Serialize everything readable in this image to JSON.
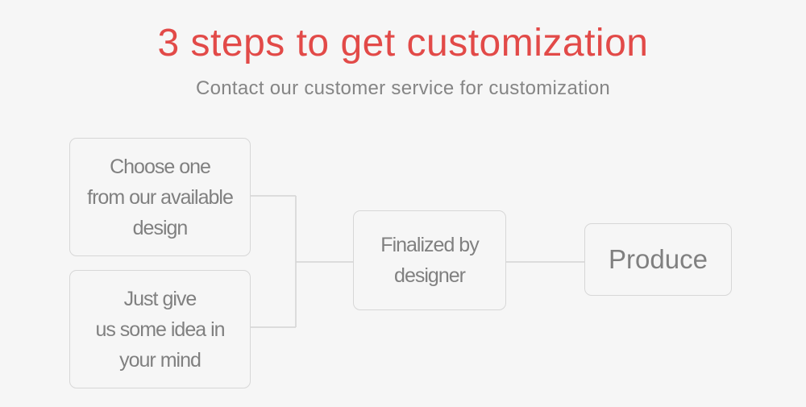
{
  "header": {
    "title": "3 steps to get customization",
    "subtitle": "Contact our customer service for customization"
  },
  "steps": {
    "option_a": "Choose one\nfrom our available\ndesign",
    "option_b": "Just give\nus some idea in\nyour mind",
    "finalize": "Finalized by\ndesigner",
    "produce": "Produce"
  },
  "colors": {
    "accent": "#e24a48",
    "text": "#808080",
    "border": "#d7d7d7",
    "background": "#f6f6f6"
  }
}
